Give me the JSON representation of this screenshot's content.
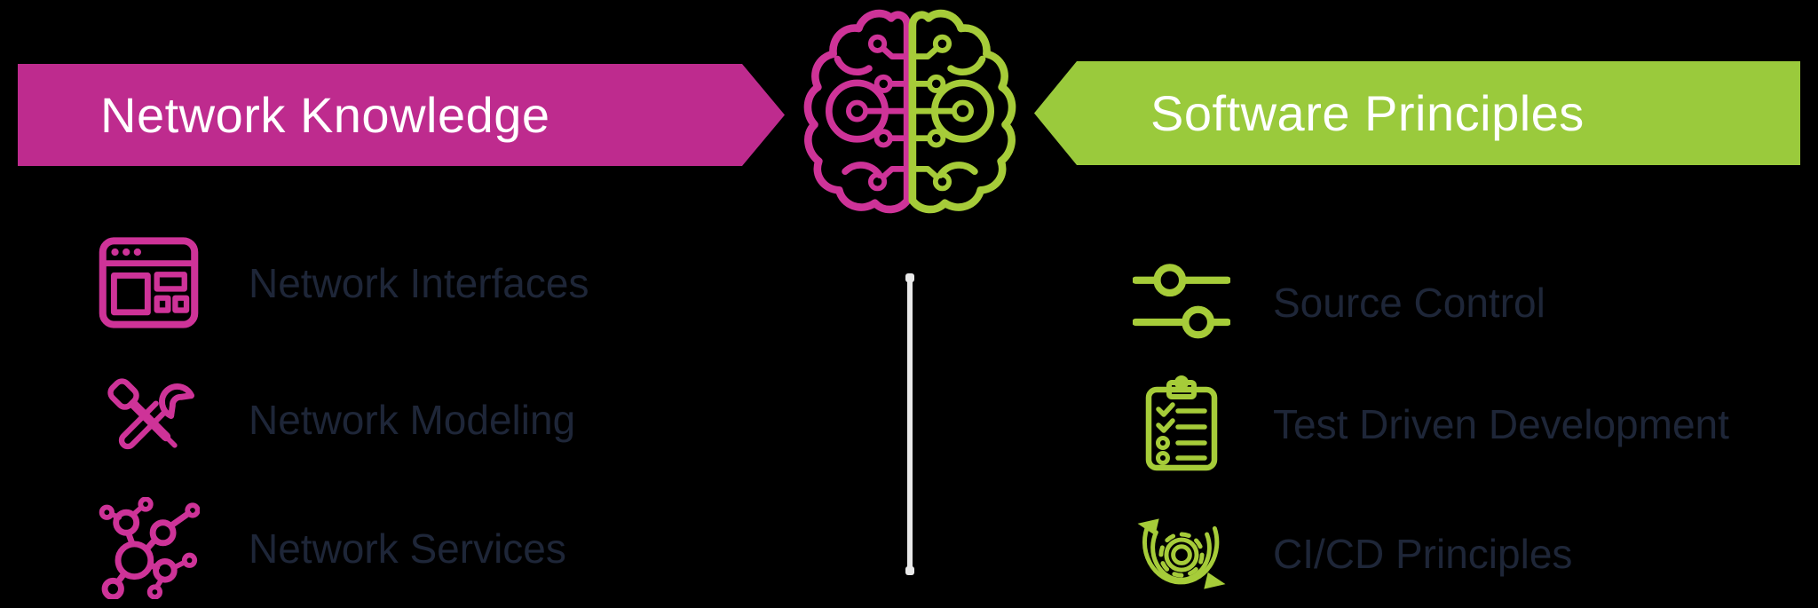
{
  "canvas": {
    "background": "#000000",
    "text_color": "#1E2638",
    "divider_color": "#E9E9E9"
  },
  "left": {
    "banner": {
      "label": "Network Knowledge",
      "color": "#BE2B8E",
      "text_color": "#FFFFFF"
    },
    "icon_color": "#CE3398",
    "items": [
      {
        "label": "Network Interfaces",
        "icon": "browser-window-icon"
      },
      {
        "label": "Network Modeling",
        "icon": "screwdriver-wrench-icon"
      },
      {
        "label": "Network Services",
        "icon": "network-nodes-icon"
      }
    ]
  },
  "right": {
    "banner": {
      "label": "Software Principles",
      "color": "#9ACA3C",
      "text_color": "#FFFFFF"
    },
    "icon_color": "#A6CC39",
    "items": [
      {
        "label": "Source Control",
        "icon": "sliders-icon"
      },
      {
        "label": "Test Driven Development",
        "icon": "checklist-clipboard-icon"
      },
      {
        "label": "CI/CD Principles",
        "icon": "loop-gear-icon"
      }
    ]
  },
  "center": {
    "icon": "split-brain-circuit-icon",
    "left_half_color": "#BE2B8E",
    "right_half_color": "#A6CC39"
  }
}
